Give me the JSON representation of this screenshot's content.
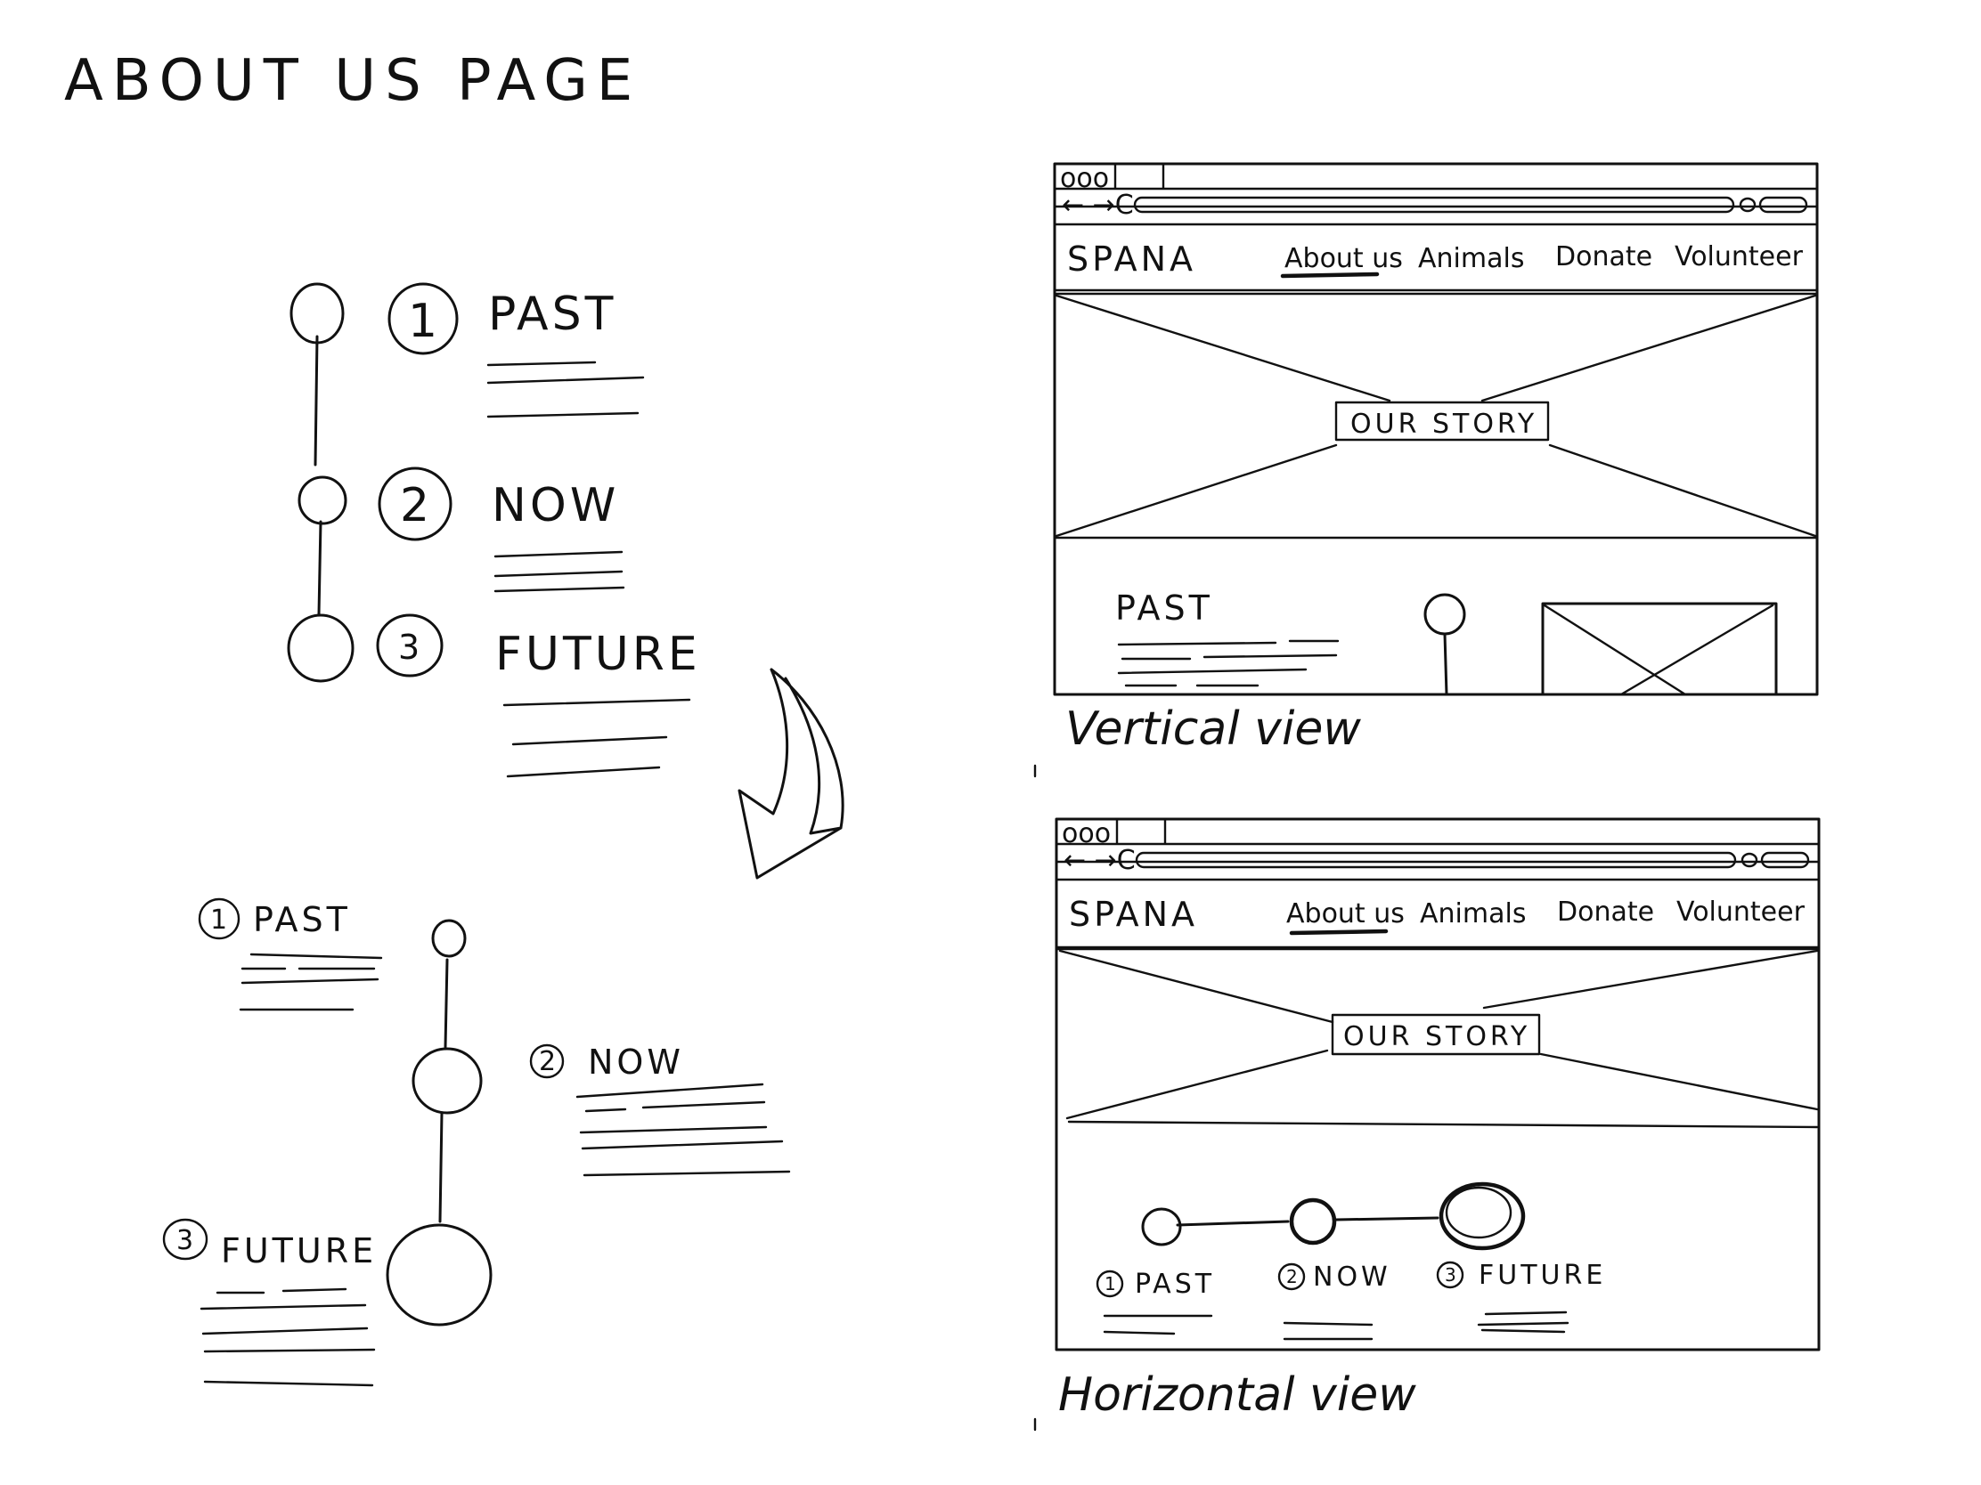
{
  "page_title": "ABOUT US PAGE",
  "vertical_timeline": {
    "items": [
      {
        "number": "1",
        "label": "PAST"
      },
      {
        "number": "2",
        "label": "NOW"
      },
      {
        "number": "3",
        "label": "FUTURE"
      }
    ]
  },
  "staggered_timeline": {
    "items": [
      {
        "number": "1",
        "label": "PAST"
      },
      {
        "number": "2",
        "label": "NOW"
      },
      {
        "number": "3",
        "label": "FUTURE"
      }
    ]
  },
  "browser_wireframe_1": {
    "window_dots": "ooo",
    "nav_controls": "← →C",
    "brand": "SPANA",
    "nav": [
      "About us",
      "Animals",
      "Donate",
      "Volunteer"
    ],
    "hero_label": "OUR STORY",
    "section_label": "PAST",
    "caption": "Vertical view"
  },
  "browser_wireframe_2": {
    "window_dots": "ooo",
    "nav_controls": "← →C",
    "brand": "SPANA",
    "nav": [
      "About us",
      "Animals",
      "Donate",
      "Volunteer"
    ],
    "hero_label": "OUR STORY",
    "timeline": [
      {
        "number": "1",
        "label": "PAST"
      },
      {
        "number": "2",
        "label": "NOW"
      },
      {
        "number": "3",
        "label": "FUTURE"
      }
    ],
    "caption": "Horizontal view"
  },
  "colors": {
    "ink": "#111111",
    "paper": "#ffffff"
  }
}
